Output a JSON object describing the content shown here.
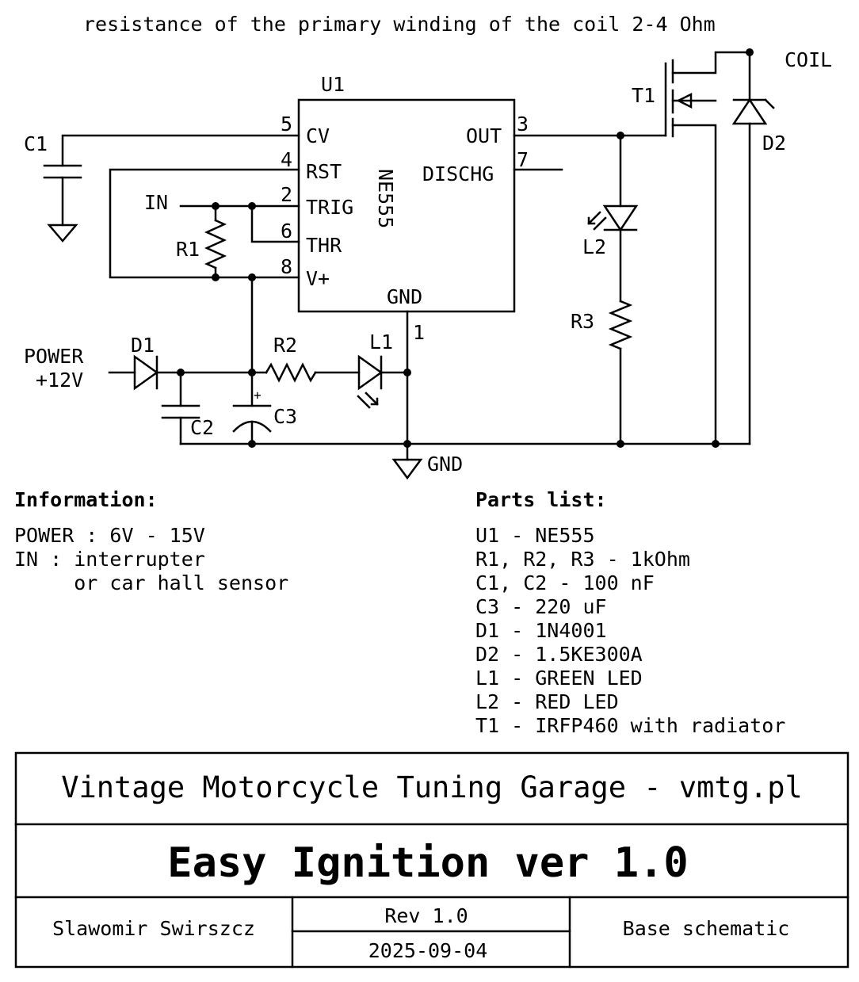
{
  "note": "resistance of the primary winding of the coil 2-4 Ohm",
  "labels": {
    "coil": "COIL",
    "in": "IN",
    "power_line1": "POWER",
    "power_line2": "+12V",
    "gnd": "GND"
  },
  "ic": {
    "ref": "U1",
    "part": "NE555",
    "pins": [
      {
        "num": "5",
        "name": "CV"
      },
      {
        "num": "4",
        "name": "RST"
      },
      {
        "num": "2",
        "name": "TRIG"
      },
      {
        "num": "6",
        "name": "THR"
      },
      {
        "num": "8",
        "name": "V+"
      },
      {
        "num": "3",
        "name": "OUT"
      },
      {
        "num": "7",
        "name": "DISCHG"
      },
      {
        "num": "1",
        "name": "GND"
      }
    ]
  },
  "components": {
    "c1": "C1",
    "c2": "C2",
    "c3": "C3",
    "r1": "R1",
    "r2": "R2",
    "r3": "R3",
    "d1": "D1",
    "d2": "D2",
    "l1": "L1",
    "l2": "L2",
    "t1": "T1",
    "c3_plus": "+"
  },
  "information": {
    "heading": "Information:",
    "lines": [
      "POWER : 6V - 15V",
      "IN : interrupter",
      "     or car hall sensor"
    ]
  },
  "parts_list": {
    "heading": "Parts list:",
    "items": [
      "U1 - NE555",
      "R1, R2, R3 - 1kOhm",
      "C1, C2 - 100 nF",
      "C3 - 220 uF",
      "D1 - 1N4001",
      "D2 - 1.5KE300A",
      "L1 - GREEN LED",
      "L2 - RED LED",
      "T1 - IRFP460 with radiator"
    ]
  },
  "title_block": {
    "company": "Vintage Motorcycle Tuning Garage - vmtg.pl",
    "title": "Easy Ignition ver 1.0",
    "author": "Slawomir Swirszcz",
    "rev": "Rev 1.0",
    "date": "2025-09-04",
    "sheet": "Base schematic"
  }
}
